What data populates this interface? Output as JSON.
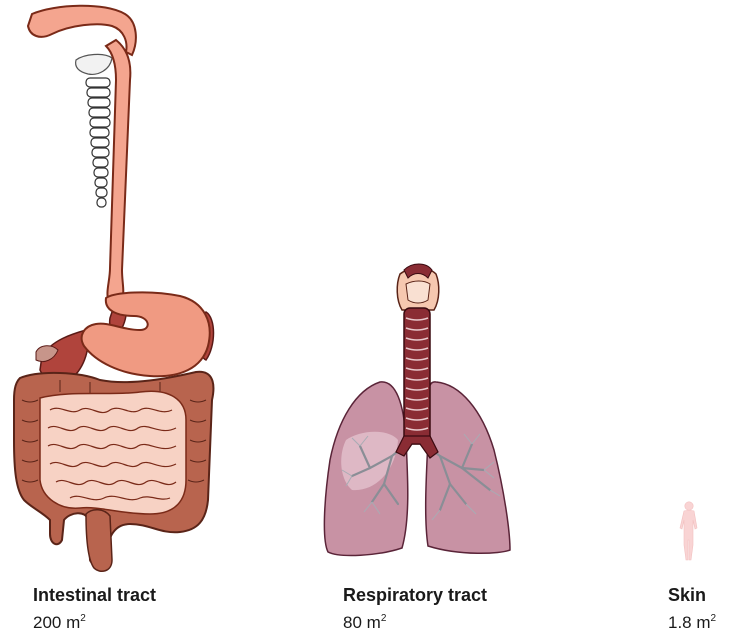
{
  "captions": {
    "intestinal": {
      "name": "Intestinal tract",
      "value": "200",
      "unit": "m",
      "exponent": "2"
    },
    "respiratory": {
      "name": "Respiratory tract",
      "value": "80",
      "unit": "m",
      "exponent": "2"
    },
    "skin": {
      "name": "Skin",
      "value": "1.8",
      "unit": "m",
      "exponent": "2"
    }
  },
  "colors": {
    "esophagus": "#f4a58f",
    "esophagus_outline": "#7a2a18",
    "stomach": "#f09a82",
    "liver": "#b0443c",
    "colon": "#b8644e",
    "small_intestine": "#f7d2c4",
    "trachea": "#8a2c34",
    "lung": "#c892a4",
    "bronchi": "#9aa0a8",
    "skin_figure": "#f9d4d4"
  },
  "icons": [
    "digestive-tract-illustration",
    "respiratory-tract-illustration",
    "human-body-silhouette-icon"
  ]
}
